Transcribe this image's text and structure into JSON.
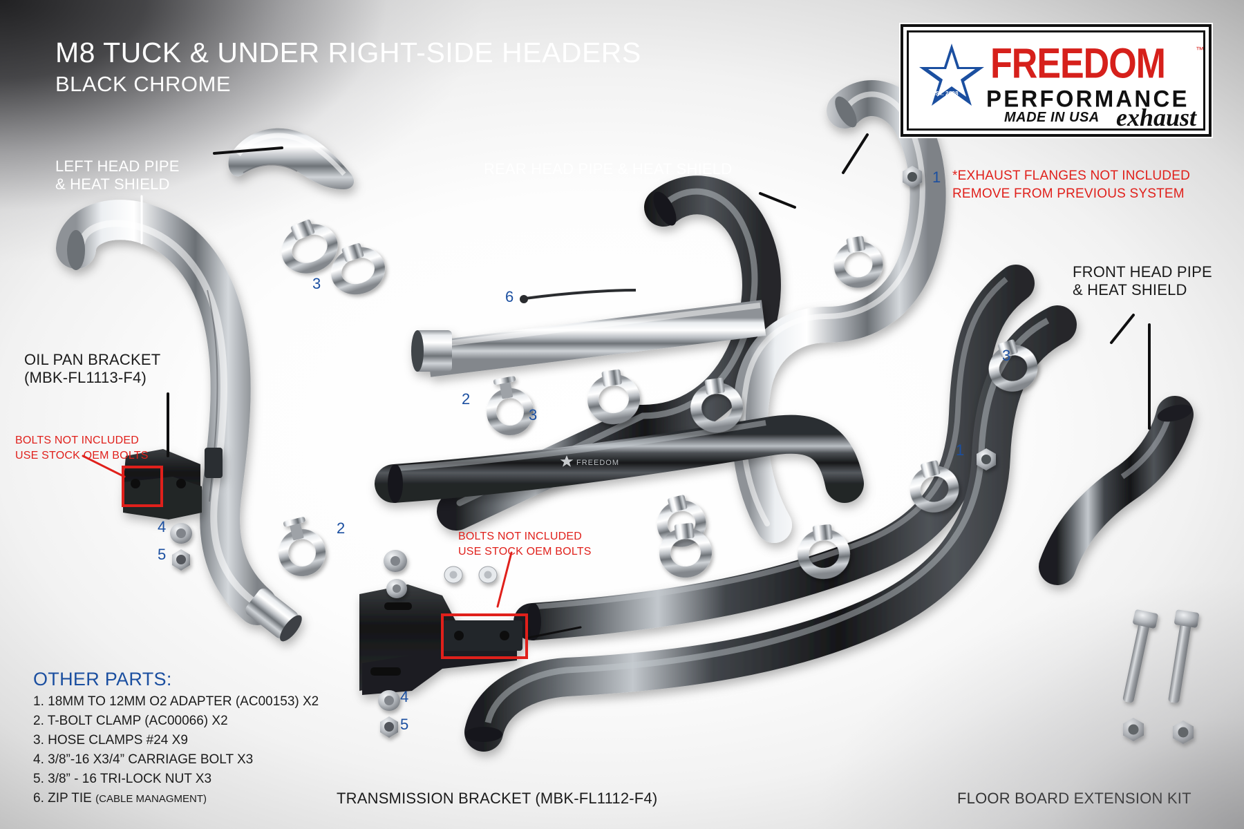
{
  "title": {
    "main": "M8 TUCK & UNDER RIGHT-SIDE HEADERS",
    "sub": "BLACK CHROME"
  },
  "logo": {
    "brand": "FREEDOM",
    "trademark": "™",
    "subbrand": "PERFORMANCE",
    "made_in": "MADE IN USA",
    "exhaust": "exhaust",
    "est": "EST. 2008"
  },
  "callouts": {
    "left_head_pipe": "LEFT HEAD PIPE\n& HEAT SHIELD",
    "left_head_pipe_l1": "LEFT HEAD PIPE",
    "left_head_pipe_l2": "& HEAT SHIELD",
    "rear_head_pipe": "REAR HEAD PIPE & HEAT SHIELD",
    "front_head_pipe_l1": "FRONT HEAD PIPE",
    "front_head_pipe_l2": "& HEAT SHIELD",
    "oil_pan_bracket_l1": "OIL PAN BRACKET",
    "oil_pan_bracket_l2": "(MBK-FL1113-F4)",
    "transmission_bracket": "TRANSMISSION BRACKET (MBK-FL1112-F4)",
    "floor_board_kit": "FLOOR BOARD EXTENSION KIT"
  },
  "warnings": {
    "flange_l1": "*EXHAUST FLANGES NOT INCLUDED",
    "flange_l2": "REMOVE FROM PREVIOUS SYSTEM",
    "bolts_left_l1": "BOLTS NOT INCLUDED",
    "bolts_left_l2": "USE STOCK OEM BOLTS",
    "bolts_mid_l1": "BOLTS NOT INCLUDED",
    "bolts_mid_l2": "USE STOCK OEM BOLTS"
  },
  "other_parts": {
    "heading": "OTHER PARTS:",
    "items": [
      {
        "n": "1.",
        "text": "18MM TO 12MM O2 ADAPTER (AC00153) X2"
      },
      {
        "n": "2.",
        "text": "T-BOLT CLAMP (AC00066) X2"
      },
      {
        "n": "3.",
        "text": "HOSE CLAMPS #24 X9"
      },
      {
        "n": "4.",
        "text": "3/8”-16 X3/4” CARRIAGE BOLT X3"
      },
      {
        "n": "5.",
        "text": "3/8” - 16 TRI-LOCK NUT X3"
      },
      {
        "n": "6.",
        "text": "ZIP TIE",
        "small": "(CABLE MANAGMENT)"
      }
    ]
  },
  "number_markers": [
    {
      "id": "n1a",
      "label": "1"
    },
    {
      "id": "n3a",
      "label": "3"
    },
    {
      "id": "n6",
      "label": "6"
    },
    {
      "id": "n2a",
      "label": "2"
    },
    {
      "id": "n3b",
      "label": "3"
    },
    {
      "id": "n3c",
      "label": "3"
    },
    {
      "id": "n1b",
      "label": "1"
    },
    {
      "id": "n4a",
      "label": "4"
    },
    {
      "id": "n5a",
      "label": "5"
    },
    {
      "id": "n2b",
      "label": "2"
    },
    {
      "id": "n4b",
      "label": "4"
    },
    {
      "id": "n5b",
      "label": "5"
    }
  ],
  "colors": {
    "accent_blue": "#1b4fa0",
    "warning_red": "#e0201b",
    "brand_red": "#d6201b",
    "text_dark": "#1b1b1b",
    "text_light": "#ffffff"
  }
}
